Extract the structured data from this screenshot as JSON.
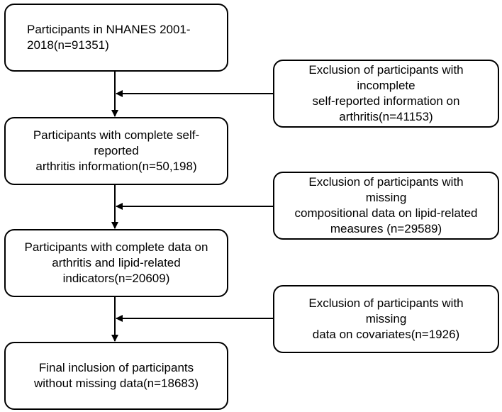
{
  "flow": {
    "main": [
      {
        "lines": [
          "Participants in NHANES 2001-",
          "2018(n=91351)"
        ]
      },
      {
        "lines": [
          "Participants with complete self-",
          "reported",
          "arthritis information(n=50,198)"
        ]
      },
      {
        "lines": [
          "Participants with complete data on",
          "arthritis and lipid-related",
          "indicators(n=20609)"
        ]
      },
      {
        "lines": [
          "Final inclusion of participants",
          "without missing data(n=18683)"
        ]
      }
    ],
    "exclusions": [
      {
        "lines": [
          "Exclusion of participants with",
          "incomplete",
          "self-reported information on",
          "arthritis(n=41153)"
        ]
      },
      {
        "lines": [
          "Exclusion of participants with",
          "missing",
          "compositional data on lipid-related",
          "measures (n=29589)"
        ]
      },
      {
        "lines": [
          "Exclusion of participants with",
          "missing",
          "data on covariates(n=1926)"
        ]
      }
    ]
  },
  "colors": {
    "stroke": "#000000",
    "background": "#ffffff"
  }
}
